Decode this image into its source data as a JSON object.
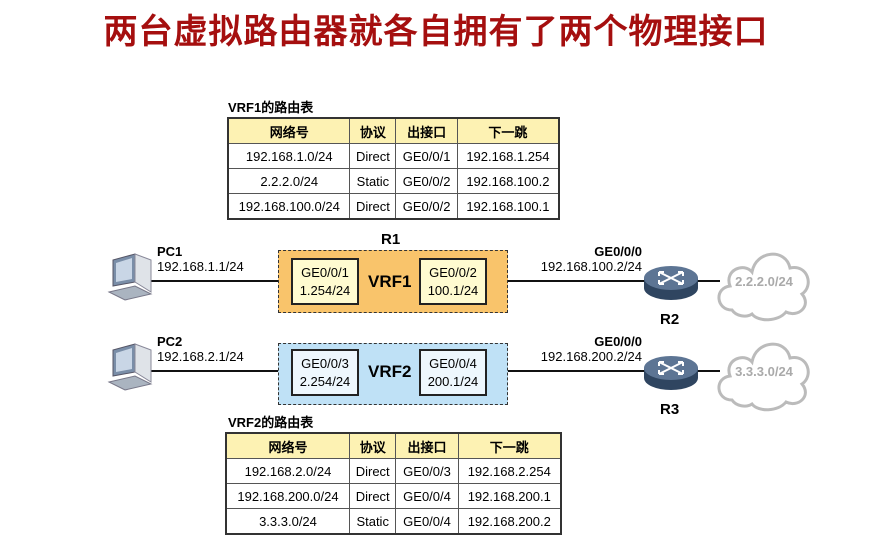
{
  "title": "两台虚拟路由器就各自拥有了两个物理接口",
  "colors": {
    "title": "#a50f0f",
    "vrf1_fill": "#f9c46b",
    "vrf2_fill": "#bfe1f6",
    "header_fill": "#fdf2b3",
    "if_vrf1": "#fffbd0",
    "if_vrf2": "#eef7fd"
  },
  "vrf1_table": {
    "caption": "VRF1的路由表",
    "headers": [
      "网络号",
      "协议",
      "出接口",
      "下一跳"
    ],
    "rows": [
      [
        "192.168.1.0/24",
        "Direct",
        "GE0/0/1",
        "192.168.1.254"
      ],
      [
        "2.2.2.0/24",
        "Static",
        "GE0/0/2",
        "192.168.100.2"
      ],
      [
        "192.168.100.0/24",
        "Direct",
        "GE0/0/2",
        "192.168.100.1"
      ]
    ]
  },
  "vrf2_table": {
    "caption": "VRF2的路由表",
    "headers": [
      "网络号",
      "协议",
      "出接口",
      "下一跳"
    ],
    "rows": [
      [
        "192.168.2.0/24",
        "Direct",
        "GE0/0/3",
        "192.168.2.254"
      ],
      [
        "192.168.200.0/24",
        "Direct",
        "GE0/0/4",
        "192.168.200.1"
      ],
      [
        "3.3.3.0/24",
        "Static",
        "GE0/0/4",
        "192.168.200.2"
      ]
    ]
  },
  "topology": {
    "r1": "R1",
    "pc1": {
      "name": "PC1",
      "ip": "192.168.1.1/24"
    },
    "pc2": {
      "name": "PC2",
      "ip": "192.168.2.1/24"
    },
    "vrf1": {
      "name": "VRF1",
      "if_left": {
        "name": "GE0/0/1",
        "ip": "1.254/24"
      },
      "if_right": {
        "name": "GE0/0/2",
        "ip": "100.1/24"
      }
    },
    "vrf2": {
      "name": "VRF2",
      "if_left": {
        "name": "GE0/0/3",
        "ip": "2.254/24"
      },
      "if_right": {
        "name": "GE0/0/4",
        "ip": "200.1/24"
      }
    },
    "r2": {
      "name": "R2",
      "if": "GE0/0/0",
      "ip": "192.168.100.2/24",
      "cloud": "2.2.2.0/24"
    },
    "r3": {
      "name": "R3",
      "if": "GE0/0/0",
      "ip": "192.168.200.2/24",
      "cloud": "3.3.3.0/24"
    }
  }
}
